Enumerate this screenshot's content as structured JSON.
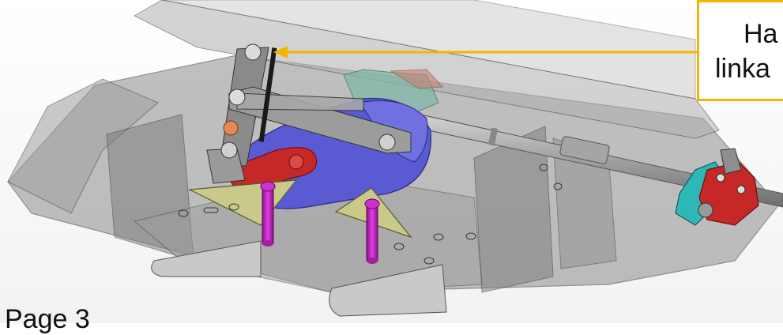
{
  "callout": {
    "line1": "Ha",
    "line2": "linka",
    "border_color": "#f2b600",
    "arrow_color": "#f2b600"
  },
  "page_label": "Page 3",
  "colors": {
    "housing": "#9a9a9a",
    "blue_part": "#5a5ad2",
    "red_part": "#c62828",
    "yellow_bracket": "#c9c98a",
    "magenta_pin": "#c020c0",
    "teal_plate": "#2fb7b7",
    "rod": "#b9b9b9",
    "green_tab": "#7fb8a6"
  }
}
